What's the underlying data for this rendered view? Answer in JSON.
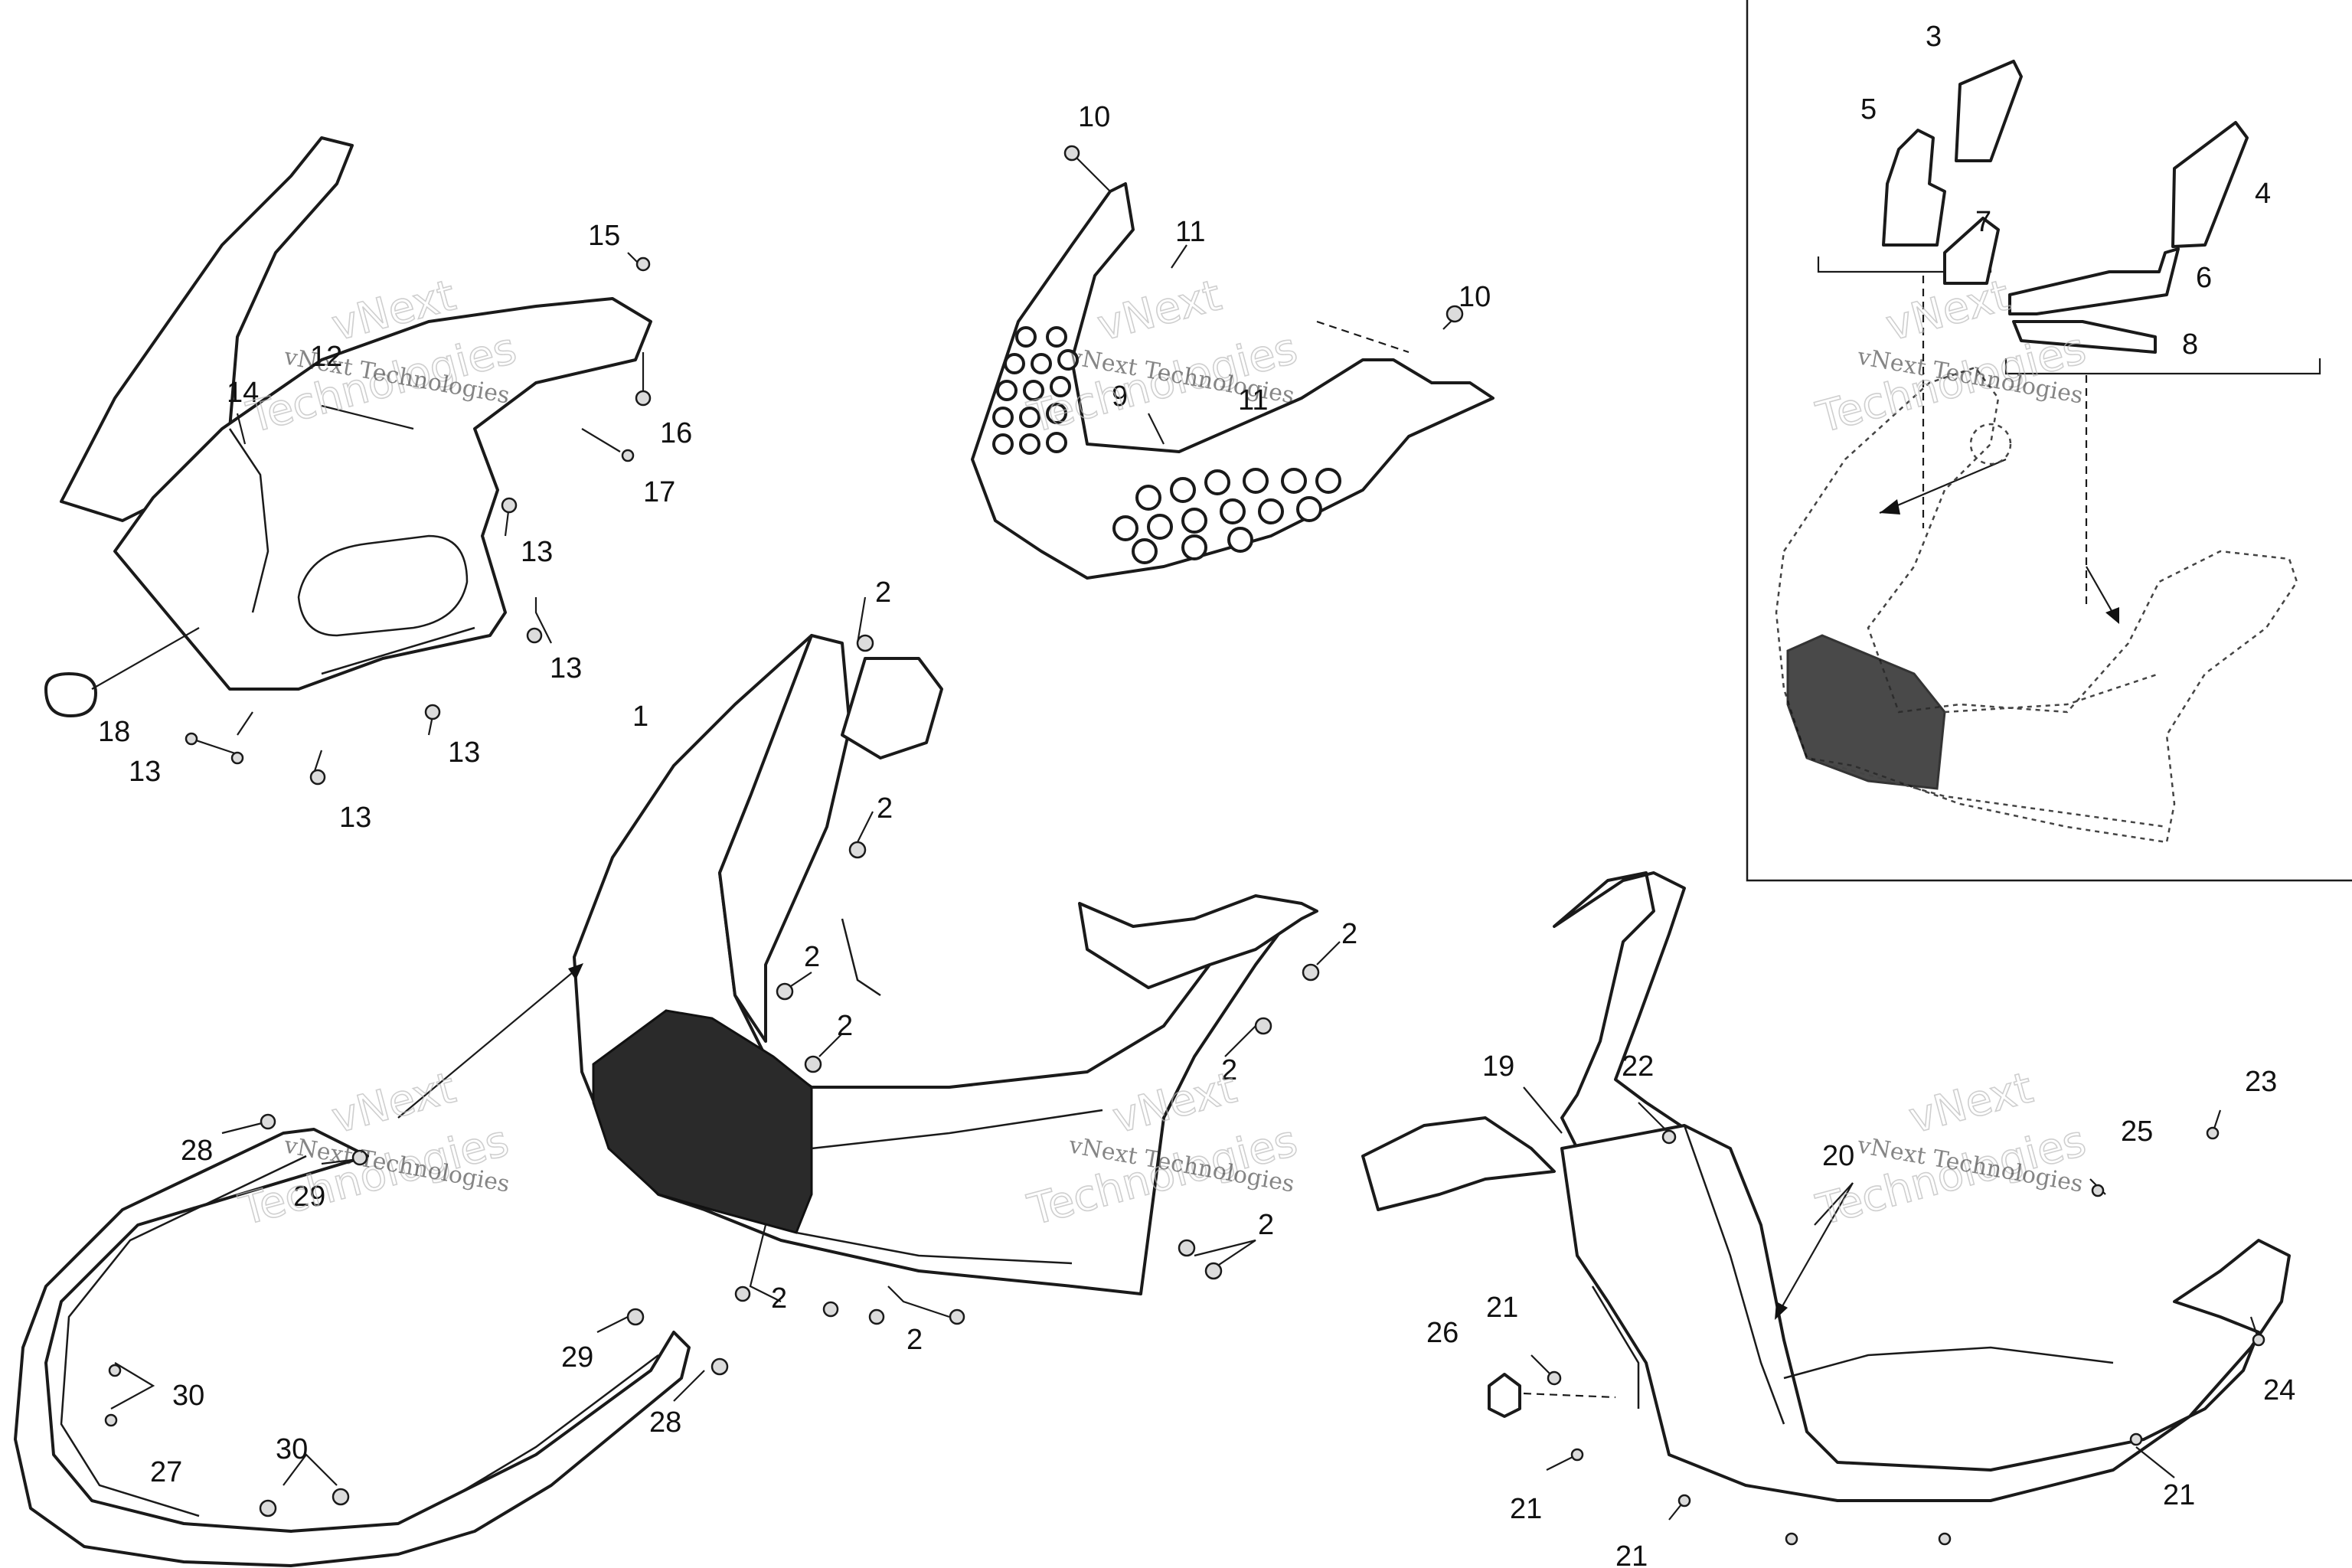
{
  "diagram": {
    "callouts": [
      {
        "id": "c1",
        "label": "1"
      },
      {
        "id": "c2a",
        "label": "2"
      },
      {
        "id": "c2b",
        "label": "2"
      },
      {
        "id": "c2c",
        "label": "2"
      },
      {
        "id": "c2d",
        "label": "2"
      },
      {
        "id": "c2e",
        "label": "2"
      },
      {
        "id": "c2f",
        "label": "2"
      },
      {
        "id": "c2g",
        "label": "2"
      },
      {
        "id": "c2h",
        "label": "2"
      },
      {
        "id": "c2i",
        "label": "2"
      },
      {
        "id": "c3",
        "label": "3"
      },
      {
        "id": "c4",
        "label": "4"
      },
      {
        "id": "c5",
        "label": "5"
      },
      {
        "id": "c6",
        "label": "6"
      },
      {
        "id": "c7",
        "label": "7"
      },
      {
        "id": "c8",
        "label": "8"
      },
      {
        "id": "c9",
        "label": "9"
      },
      {
        "id": "c10a",
        "label": "10"
      },
      {
        "id": "c10b",
        "label": "10"
      },
      {
        "id": "c11a",
        "label": "11"
      },
      {
        "id": "c11b",
        "label": "11"
      },
      {
        "id": "c12",
        "label": "12"
      },
      {
        "id": "c13a",
        "label": "13"
      },
      {
        "id": "c13b",
        "label": "13"
      },
      {
        "id": "c13c",
        "label": "13"
      },
      {
        "id": "c13d",
        "label": "13"
      },
      {
        "id": "c13e",
        "label": "13"
      },
      {
        "id": "c14",
        "label": "14"
      },
      {
        "id": "c15",
        "label": "15"
      },
      {
        "id": "c16",
        "label": "16"
      },
      {
        "id": "c17",
        "label": "17"
      },
      {
        "id": "c18",
        "label": "18"
      },
      {
        "id": "c19",
        "label": "19"
      },
      {
        "id": "c20",
        "label": "20"
      },
      {
        "id": "c21a",
        "label": "21"
      },
      {
        "id": "c21b",
        "label": "21"
      },
      {
        "id": "c21c",
        "label": "21"
      },
      {
        "id": "c21d",
        "label": "21"
      },
      {
        "id": "c22",
        "label": "22"
      },
      {
        "id": "c23",
        "label": "23"
      },
      {
        "id": "c24",
        "label": "24"
      },
      {
        "id": "c25",
        "label": "25"
      },
      {
        "id": "c26",
        "label": "26"
      },
      {
        "id": "c27",
        "label": "27"
      },
      {
        "id": "c28a",
        "label": "28"
      },
      {
        "id": "c28b",
        "label": "28"
      },
      {
        "id": "c29a",
        "label": "29"
      },
      {
        "id": "c29b",
        "label": "29"
      },
      {
        "id": "c30a",
        "label": "30"
      },
      {
        "id": "c30b",
        "label": "30"
      }
    ],
    "watermark": {
      "line1": "vNext Technologies",
      "line2": "Technologies",
      "line3": "vNext"
    }
  }
}
